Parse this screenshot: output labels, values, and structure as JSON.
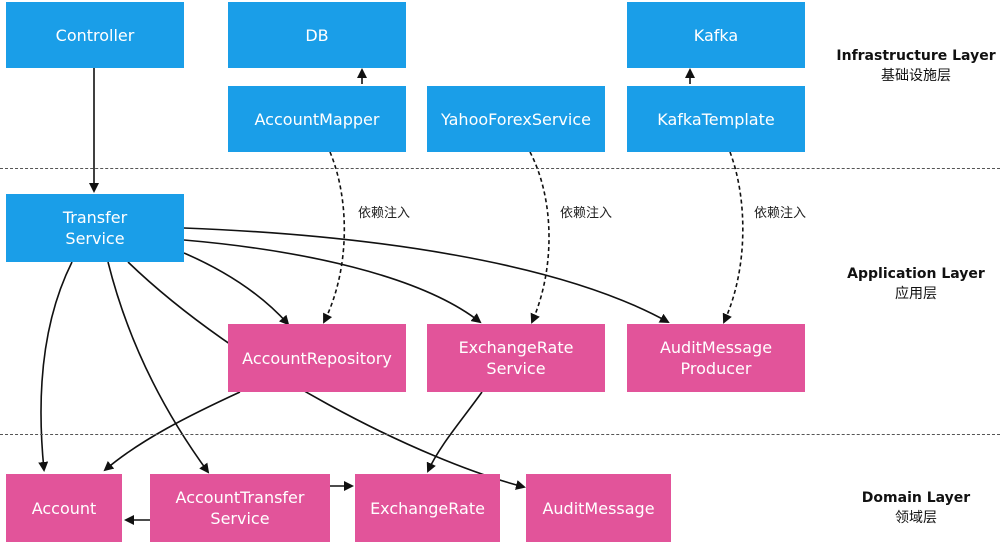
{
  "layers": [
    {
      "name": "Infrastructure Layer",
      "sub": "基础设施层"
    },
    {
      "name": "Application Layer",
      "sub": "应用层"
    },
    {
      "name": "Domain Layer",
      "sub": "领域层"
    }
  ],
  "nodes": {
    "controller": "Controller",
    "db": "DB",
    "kafka": "Kafka",
    "account_mapper": "AccountMapper",
    "yahoo_forex_service": "YahooForexService",
    "kafka_template": "KafkaTemplate",
    "transfer_service": "Transfer\nService",
    "account_repository": "AccountRepository",
    "exchange_rate_service": "ExchangeRate\nService",
    "audit_message_producer": "AuditMessage\nProducer",
    "account": "Account",
    "account_transfer_service": "AccountTransfer\nService",
    "exchange_rate": "ExchangeRate",
    "audit_message": "AuditMessage"
  },
  "edge_labels": {
    "di_1": "依赖注入",
    "di_2": "依赖注入",
    "di_3": "依赖注入"
  },
  "colors": {
    "infrastructure_application_box": "#1a9ee8",
    "application_domain_box": "#e2549a"
  }
}
